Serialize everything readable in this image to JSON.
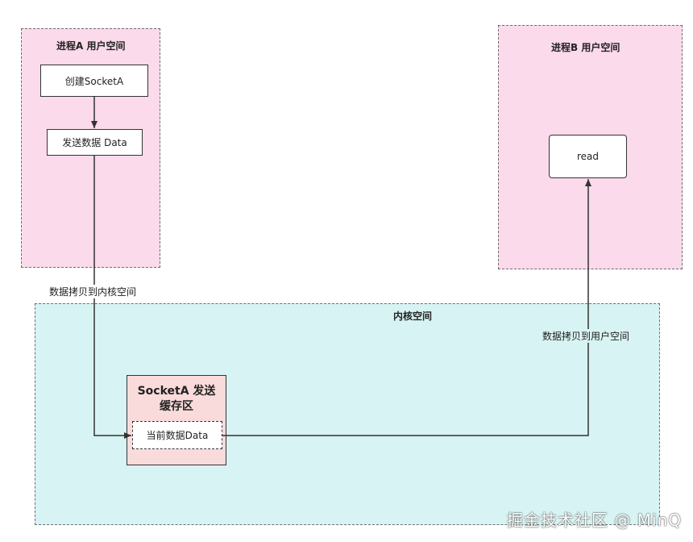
{
  "process_a": {
    "title": "进程A 用户空间",
    "create_socket": "创建SocketA",
    "send_data": "发送数据 Data"
  },
  "process_b": {
    "title": "进程B 用户空间",
    "read": "read"
  },
  "kernel": {
    "title": "内核空间",
    "send_buffer_title": "SocketA 发送缓存区",
    "current_data": "当前数据Data"
  },
  "edges": {
    "copy_to_kernel": "数据拷贝到内核空间",
    "copy_to_user": "数据拷贝到用户空间"
  },
  "colors": {
    "user_space_fill": "#fadaeb",
    "kernel_space_fill": "#d8f3f3",
    "buffer_fill": "#fadbdb",
    "line": "#333333"
  },
  "watermark": "掘金技术社区 @ MinQ"
}
